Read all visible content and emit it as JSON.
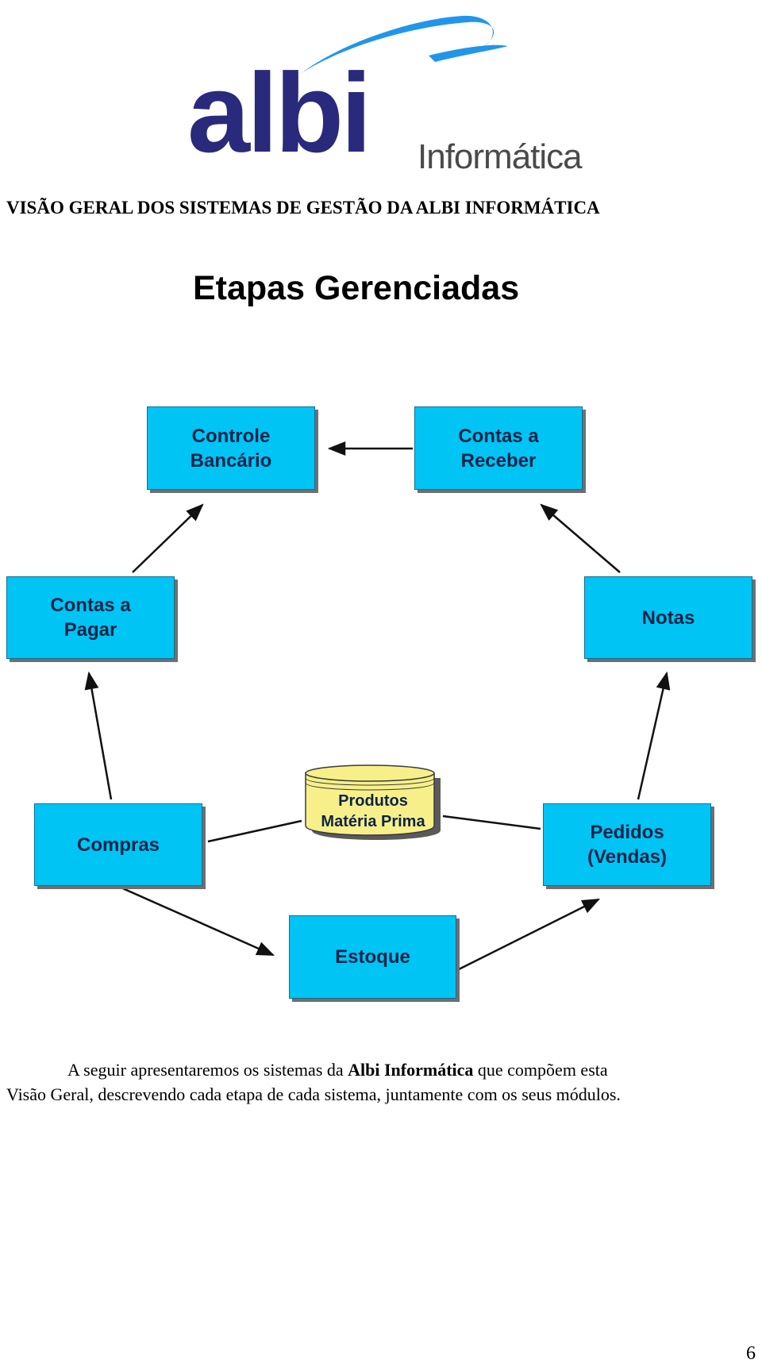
{
  "logo": {
    "word": "albi",
    "sub": "Informática",
    "colors": {
      "word": "#2a2a7c",
      "swoosh": "#2196e8",
      "sub": "#4a4a4a"
    }
  },
  "document": {
    "title": "VISÃO GERAL DOS SISTEMAS DE GESTÃO DA ALBI INFORMÁTICA"
  },
  "diagram": {
    "title": "Etapas Gerenciadas",
    "colors": {
      "box_fill": "#00c4f4",
      "box_text": "#0d2448",
      "db_fill": "#f7f08a"
    },
    "nodes": {
      "controle_bancario": [
        "Controle",
        "Bancário"
      ],
      "contas_receber": [
        "Contas a",
        "Receber"
      ],
      "contas_pagar": [
        "Contas a",
        "Pagar"
      ],
      "notas": [
        "Notas"
      ],
      "compras": [
        "Compras"
      ],
      "pedidos": [
        "Pedidos",
        "(Vendas)"
      ],
      "estoque": [
        "Estoque"
      ],
      "produtos_db": [
        "Produtos",
        "Matéria Prima"
      ]
    },
    "edges": [
      {
        "from": "Compras",
        "to": "Estoque",
        "arrow": true
      },
      {
        "from": "Estoque",
        "to": "Pedidos (Vendas)",
        "arrow": true
      },
      {
        "from": "Pedidos (Vendas)",
        "to": "Notas",
        "arrow": true
      },
      {
        "from": "Notas",
        "to": "Contas a Receber",
        "arrow": true
      },
      {
        "from": "Contas a Receber",
        "to": "Controle Bancário",
        "arrow": true
      },
      {
        "from": "Contas a Pagar",
        "to": "Controle Bancário",
        "arrow": true
      },
      {
        "from": "Compras",
        "to": "Contas a Pagar",
        "arrow": true
      },
      {
        "from": "Compras",
        "to": "Produtos Matéria Prima",
        "arrow": false
      },
      {
        "from": "Produtos Matéria Prima",
        "to": "Pedidos (Vendas)",
        "arrow": false
      }
    ]
  },
  "paragraph": {
    "line1_before": "A seguir apresentaremos os sistemas da ",
    "line1_bold": "Albi Informática",
    "line1_after": " que compõem esta",
    "line2": "Visão Geral, descrevendo cada etapa de cada sistema, juntamente com os seus módulos."
  },
  "page_number": "6"
}
